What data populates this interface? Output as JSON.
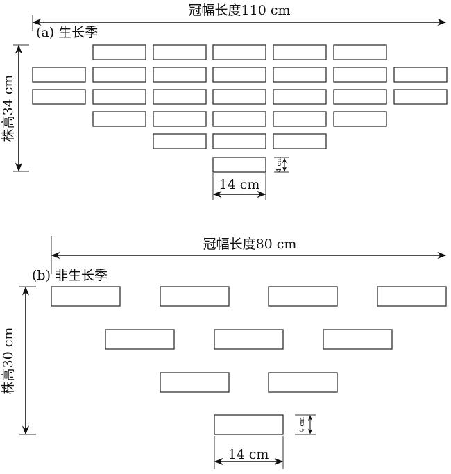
{
  "panel_a": {
    "label": "(a) 生长季",
    "width_label": "冠幅长度110 cm",
    "height_label": "株高34 cm",
    "box_width_label": "14 cm",
    "box_height_label": "4 cm"
  },
  "panel_b": {
    "label": "(b) 非生长季",
    "width_label": "冠幅长度80 cm",
    "height_label": "株高30 cm",
    "box_width_label": "14 cm",
    "box_height_label": "4 cm"
  }
}
